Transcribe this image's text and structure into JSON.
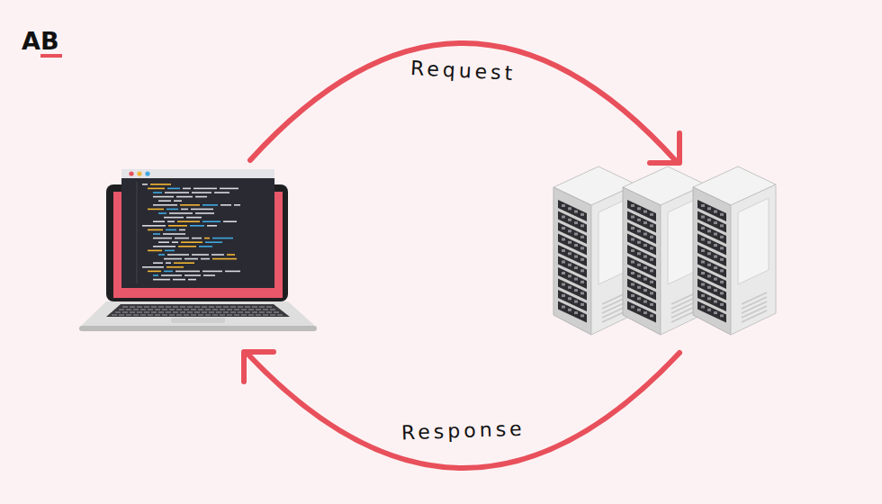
{
  "diagram": {
    "labels": [
      "AB",
      "Request",
      "Response"
    ]
  }
}
